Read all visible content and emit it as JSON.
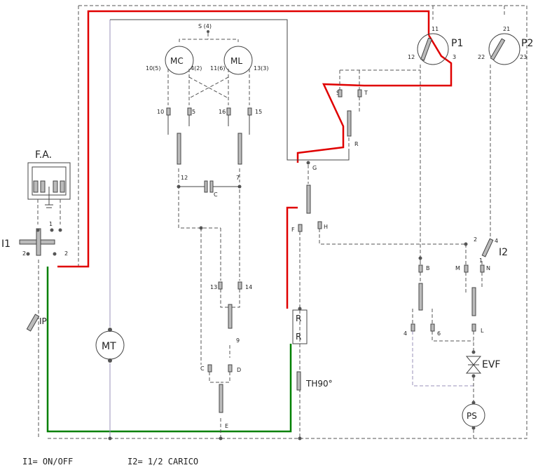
{
  "labels": {
    "fa": "F.A.",
    "i1": "I1",
    "ip": "IP",
    "mt": "MT",
    "mc": "MC",
    "ml": "ML",
    "p1": "P1",
    "p2": "P2",
    "i2": "I2",
    "evf": "EVF",
    "ps": "PS",
    "th90": "TH90°",
    "r_top": "R",
    "r_bottom": "R",
    "c_cap": "C",
    "s4": "S (4)",
    "mc_left": "10(5)",
    "mc_right": "4(2)",
    "ml_left": "11(6)",
    "ml_right": "13(3)",
    "t10": "10",
    "t5": "5",
    "t16": "16",
    "t15": "15",
    "t12": "12",
    "t7": "7",
    "t13": "13",
    "t14": "14",
    "t9": "9",
    "tC": "C",
    "tD": "D",
    "tE": "E",
    "tF": "F",
    "tH": "H",
    "tG": "G",
    "tR": "R",
    "tS": "S",
    "tT": "T",
    "p1_11": "11",
    "p1_12": "12",
    "p1_3": "3",
    "p2_21": "21",
    "p2_22": "22",
    "p2_23": "23",
    "i1_1": "1",
    "i1_2a": "2",
    "i1_2b": "2",
    "i2_2": "2",
    "i2_4": "4",
    "i2_1": "1",
    "tB": "B",
    "tM": "M",
    "tN": "N",
    "t4": "4",
    "t6": "6",
    "tL": "L"
  },
  "legend": {
    "i1_text": "I1= ON/OFF",
    "i2_text": "I2= 1/2 CARICO"
  },
  "colors": {
    "phase": "#e00000",
    "neutral": "#008000",
    "motor_line": "#9a90b8"
  }
}
